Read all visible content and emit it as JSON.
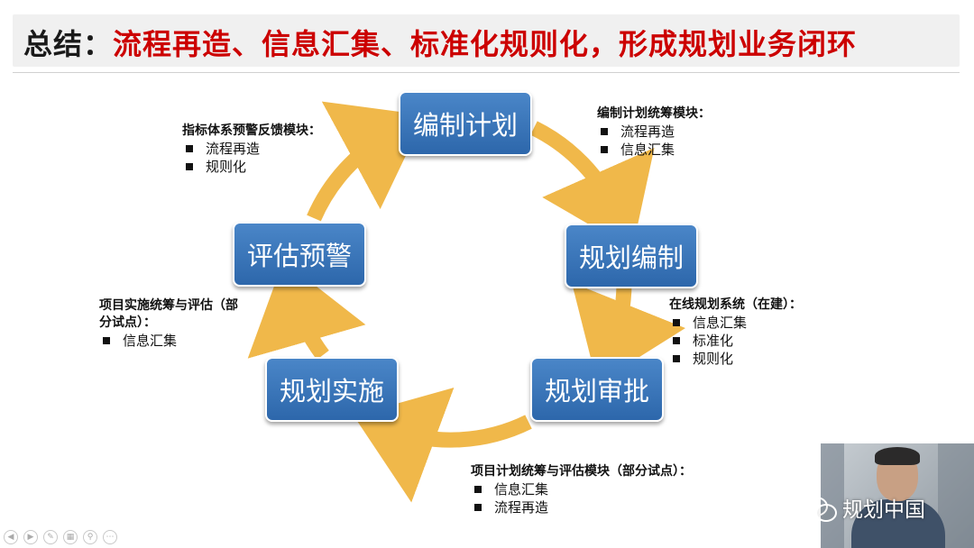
{
  "title": {
    "prefix": "总结：",
    "main": "流程再造、信息汇集、标准化规则化，形成规划业务闭环"
  },
  "cycle": {
    "nodes": [
      {
        "id": "plan-compile",
        "label": "编制计划"
      },
      {
        "id": "plan-making",
        "label": "规划编制"
      },
      {
        "id": "plan-approval",
        "label": "规划审批"
      },
      {
        "id": "plan-implementation",
        "label": "规划实施"
      },
      {
        "id": "evaluation-warning",
        "label": "评估预警"
      }
    ],
    "arrow_color": "#f0b84a"
  },
  "notes": {
    "top_right": {
      "title": "编制计划统筹模块：",
      "items": [
        "流程再造",
        "信息汇集"
      ]
    },
    "right": {
      "title": "在线规划系统（在建）：",
      "items": [
        "信息汇集",
        "标准化",
        "规则化"
      ]
    },
    "bottom": {
      "title": "项目计划统筹与评估模块（部分试点）：",
      "items": [
        "信息汇集",
        "流程再造"
      ]
    },
    "left": {
      "title_line1": "项目实施统筹与评估（部",
      "title_line2": "分试点）：",
      "items": [
        "信息汇集"
      ]
    },
    "top_left": {
      "title": "指标体系预警反馈模块：",
      "items": [
        "流程再造",
        "规则化"
      ]
    }
  },
  "watermark": {
    "text": "规划中国"
  },
  "colors": {
    "title_red": "#cc0000",
    "node_blue": "#3a76bb",
    "arrow_gold": "#f0b84a"
  }
}
